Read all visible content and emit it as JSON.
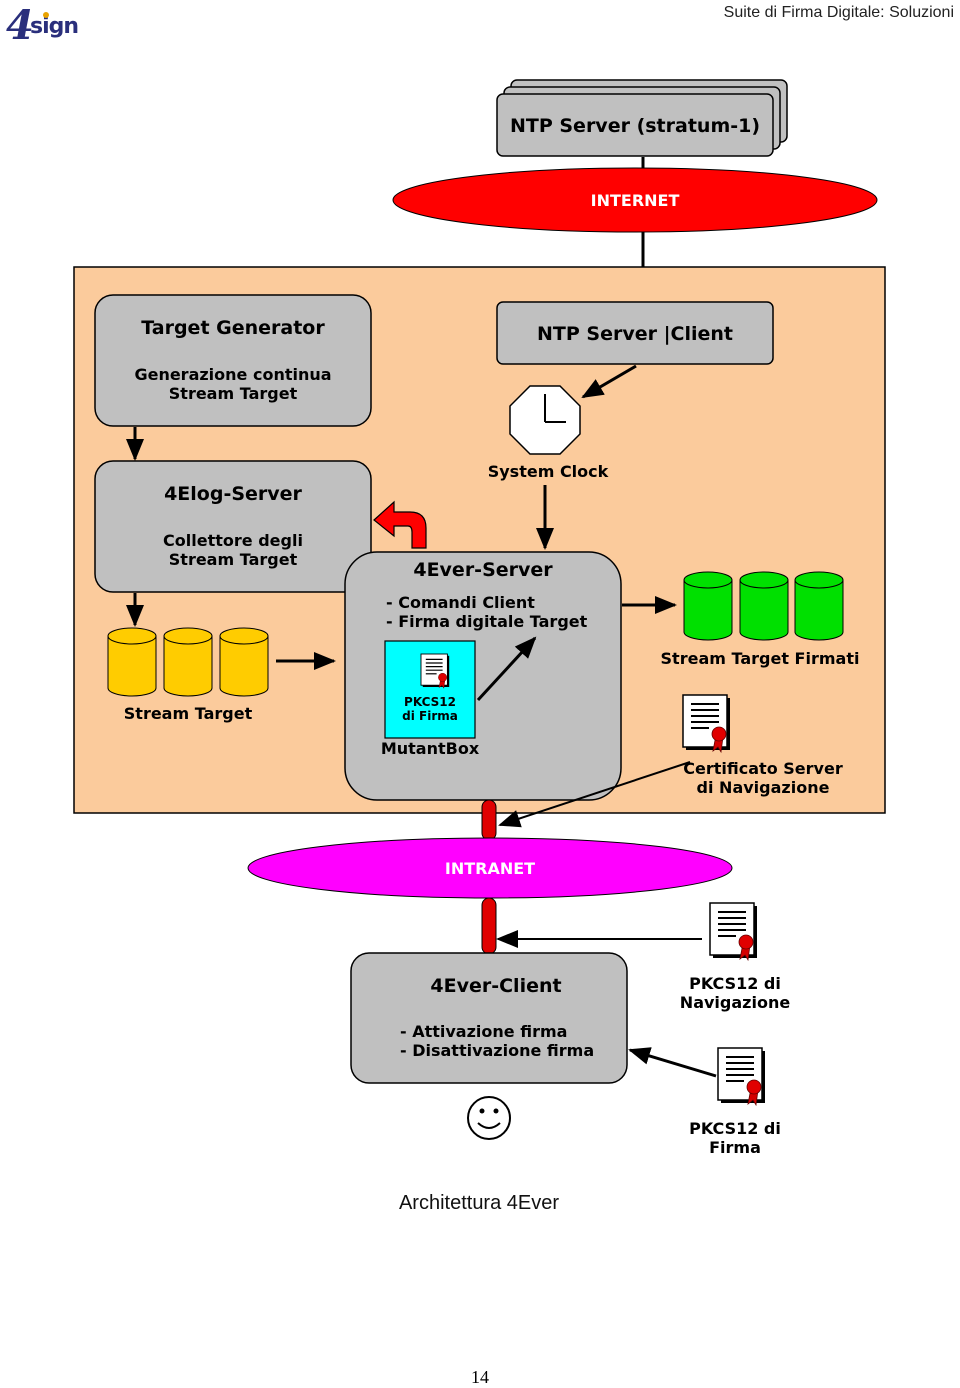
{
  "header": {
    "logo_text": "4sign",
    "title": "Suite di Firma Digitale: Soluzioni"
  },
  "diagram": {
    "ntp_stratum": "NTP Server (stratum-1)",
    "internet": "INTERNET",
    "target_generator": {
      "title": "Target Generator",
      "desc": "Generazione continua\nStream Target"
    },
    "ntp_client": "NTP Server |Client",
    "system_clock": "System Clock",
    "elog_server": {
      "title": "4Elog-Server",
      "desc": "Collettore degli\nStream Target"
    },
    "ever_server": {
      "title": "4Ever-Server",
      "items": [
        "- Comandi Client",
        "- Firma digitale Target"
      ]
    },
    "stream_target": "Stream Target",
    "stream_target_firmati": "Stream Target Firmati",
    "mutantbox": {
      "pkcs_label": "PKCS12\ndi Firma",
      "label": "MutantBox"
    },
    "cert_server": "Certificato Server\ndi Navigazione",
    "intranet": "INTRANET",
    "ever_client": {
      "title": "4Ever-Client",
      "items": [
        "- Attivazione firma",
        "- Disattivazione firma"
      ]
    },
    "pkcs_navigazione": "PKCS12 di\nNavigazione",
    "pkcs_firma": "PKCS12 di\nFirma",
    "colors": {
      "internet": "#ff0000",
      "intranet": "#ff00ff",
      "server_area": "#fbcb9c",
      "box_grey": "#c0c0c0",
      "db_yellow": "#ffcc00",
      "db_green": "#00e000",
      "mutantbox": "#00ffff"
    }
  },
  "caption": "Architettura 4Ever",
  "page_number": "14"
}
